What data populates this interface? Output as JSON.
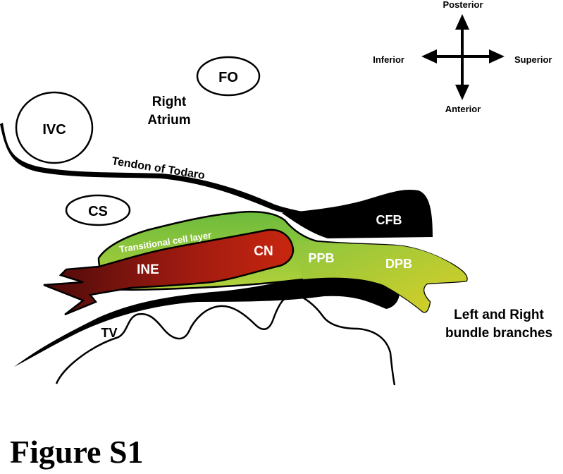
{
  "labels": {
    "ivc": "IVC",
    "fo": "FO",
    "right_atrium_line1": "Right",
    "right_atrium_line2": "Atrium",
    "cs": "CS",
    "tendon": "Tendon of Todaro",
    "cfb": "CFB",
    "transitional": "Transitional cell layer",
    "cn": "CN",
    "ine": "INE",
    "ppb": "PPB",
    "dpb": "DPB",
    "tv": "TV",
    "bundle_line1": "Left and Right",
    "bundle_line2": "bundle branches"
  },
  "compass": {
    "posterior": "Posterior",
    "anterior": "Anterior",
    "inferior": "Inferior",
    "superior": "Superior"
  },
  "caption": "Figure S1",
  "colors": {
    "outline": "#000000",
    "node_dark": "#5a0e0e",
    "node_red": "#c0200e",
    "transitional_green": "#79c043",
    "branch_yellow": "#d4cf2a",
    "fill_black": "#000000"
  }
}
